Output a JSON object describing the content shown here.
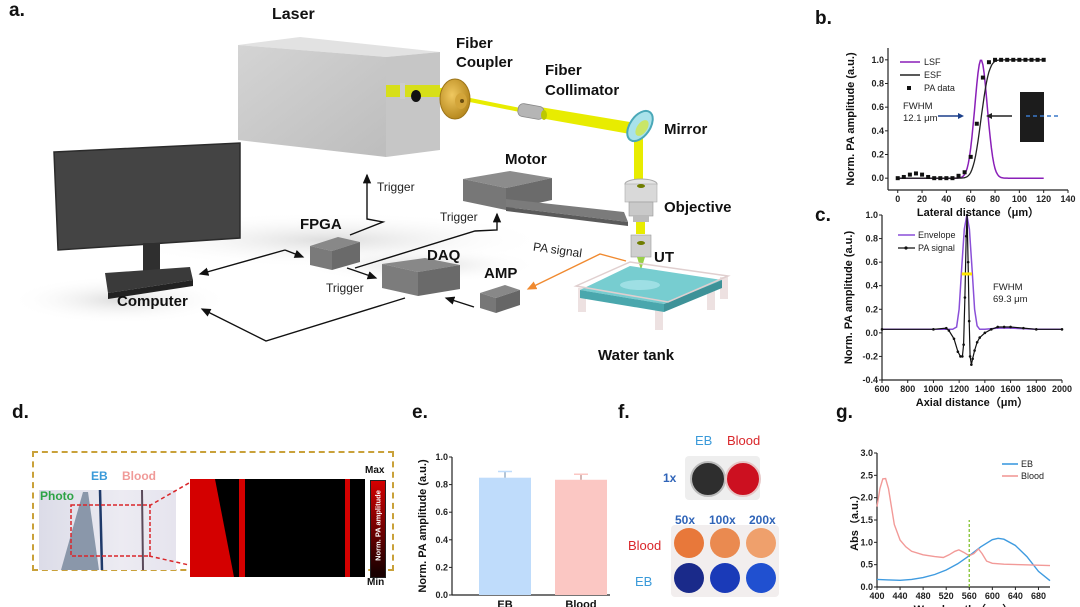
{
  "panels": {
    "a": {
      "label": "a.",
      "components": {
        "laser": "Laser",
        "fiber_coupler_1": "Fiber",
        "fiber_coupler_2": "Coupler",
        "fiber_collimator_1": "Fiber",
        "fiber_collimator_2": "Collimator",
        "mirror": "Mirror",
        "motor": "Motor",
        "objective": "Objective",
        "ut": "UT",
        "water_tank": "Water tank",
        "fpga": "FPGA",
        "daq": "DAQ",
        "amp": "AMP",
        "computer": "Computer"
      },
      "signals": {
        "trigger_laser": "Trigger",
        "trigger_motor": "Trigger",
        "trigger_daq": "Trigger",
        "pa_signal": "PA  signal"
      },
      "colors": {
        "beam": "#e8ec00",
        "pa_signal": "#f08a30",
        "water": "#5fc4c8"
      }
    },
    "b": {
      "label": "b."
    },
    "c": {
      "label": "c."
    },
    "d": {
      "label": "d.",
      "photo_label": "Photo",
      "eb_label": "EB",
      "blood_label": "Blood",
      "colorbar_max": "Max",
      "colorbar_min": "Min",
      "colorbar_title": "Norm. PA amplitude"
    },
    "e": {
      "label": "e."
    },
    "f": {
      "label": "f.",
      "top_headers": [
        "EB",
        "Blood"
      ],
      "row_1x": "1x",
      "dilutions": [
        "50x",
        "100x",
        "200x"
      ],
      "row_blood": "Blood",
      "row_eb": "EB"
    },
    "g": {
      "label": "g."
    }
  },
  "chart_data": [
    {
      "id": "b",
      "type": "line",
      "title": "",
      "xlabel": "Lateral distance（μm）",
      "ylabel": "Norm. PA amplitude (a.u.)",
      "xlim": [
        -8,
        140
      ],
      "ylim": [
        -0.1,
        1.1
      ],
      "xticks": [
        0,
        20,
        40,
        60,
        80,
        100,
        120,
        140
      ],
      "yticks": [
        0.0,
        0.2,
        0.4,
        0.6,
        0.8,
        1.0
      ],
      "legend": [
        "LSF",
        "ESF",
        "PA data"
      ],
      "legend_position": "top-left",
      "annotation": [
        "FWHM",
        "12.1 μm"
      ],
      "series": [
        {
          "name": "LSF",
          "color": "#8a1fb8",
          "kind": "gaussian",
          "center": 68.5,
          "fwhm": 12.1,
          "x_range": [
            0,
            120
          ]
        },
        {
          "name": "ESF",
          "color": "#222222",
          "kind": "erf",
          "center": 68.5,
          "fwhm": 12.1,
          "x_range": [
            0,
            120
          ]
        },
        {
          "name": "PA data",
          "color": "#111111",
          "kind": "points",
          "x": [
            0,
            5,
            10,
            15,
            20,
            25,
            30,
            35,
            40,
            45,
            50,
            55,
            60,
            65,
            70,
            75,
            80,
            85,
            90,
            95,
            100,
            105,
            110,
            115,
            120
          ],
          "y": [
            0.0,
            0.01,
            0.03,
            0.04,
            0.03,
            0.01,
            0.0,
            0.0,
            0.0,
            0.0,
            0.02,
            0.05,
            0.18,
            0.46,
            0.85,
            0.98,
            1.0,
            1.0,
            1.0,
            1.0,
            1.0,
            1.0,
            1.0,
            1.0,
            1.0
          ]
        }
      ]
    },
    {
      "id": "c",
      "type": "line",
      "title": "",
      "xlabel": "Axial distance（μm）",
      "ylabel": "Norm. PA amplitude (a.u.)",
      "xlim": [
        600,
        2000
      ],
      "ylim": [
        -0.4,
        1.0
      ],
      "xticks": [
        600,
        800,
        1000,
        1200,
        1400,
        1600,
        1800,
        2000
      ],
      "yticks": [
        -0.4,
        -0.2,
        0.0,
        0.2,
        0.4,
        0.6,
        0.8,
        1.0
      ],
      "legend": [
        "Envelope",
        "PA signal"
      ],
      "legend_position": "top-left",
      "annotation": [
        "FWHM",
        "69.3 μm"
      ],
      "fwhm_marker_color": "#ffe600",
      "series": [
        {
          "name": "Envelope",
          "color": "#8a4fd8",
          "x": [
            600,
            1000,
            1150,
            1180,
            1200,
            1220,
            1240,
            1260,
            1280,
            1300,
            1320,
            1340,
            1360,
            1400,
            1500,
            1600,
            1800,
            2000
          ],
          "y": [
            0.03,
            0.03,
            0.03,
            0.05,
            0.2,
            0.55,
            0.88,
            1.0,
            0.88,
            0.55,
            0.2,
            0.06,
            0.03,
            0.03,
            0.04,
            0.04,
            0.03,
            0.03
          ]
        },
        {
          "name": "PA signal",
          "color": "#111111",
          "x": [
            600,
            1000,
            1100,
            1120,
            1160,
            1190,
            1210,
            1225,
            1235,
            1245,
            1255,
            1262,
            1270,
            1278,
            1285,
            1295,
            1305,
            1320,
            1340,
            1360,
            1400,
            1450,
            1500,
            1550,
            1600,
            1700,
            1800,
            2000
          ],
          "y": [
            0.03,
            0.03,
            0.04,
            0.02,
            -0.05,
            -0.16,
            -0.2,
            -0.2,
            -0.1,
            0.3,
            0.82,
            1.0,
            0.6,
            0.1,
            -0.2,
            -0.27,
            -0.22,
            -0.15,
            -0.08,
            -0.04,
            0.0,
            0.03,
            0.05,
            0.05,
            0.05,
            0.04,
            0.03,
            0.03
          ]
        }
      ]
    },
    {
      "id": "e",
      "type": "bar",
      "title": "",
      "xlabel": "",
      "ylabel": "Norm. PA amplitude (a.u.)",
      "ylim": [
        0.0,
        1.0
      ],
      "yticks": [
        0.0,
        0.2,
        0.4,
        0.6,
        0.8,
        1.0
      ],
      "categories": [
        "EB",
        "Blood"
      ],
      "values": [
        0.85,
        0.835
      ],
      "errors": [
        0.045,
        0.04
      ],
      "colors": [
        "#bfdcfb",
        "#fbc7c3"
      ]
    },
    {
      "id": "g",
      "type": "line",
      "title": "",
      "xlabel": "Wavelength（nm）",
      "ylabel": "Abs（a.u.）",
      "xlim": [
        400,
        700
      ],
      "ylim": [
        0.0,
        3.0
      ],
      "xticks": [
        400,
        440,
        480,
        520,
        560,
        600,
        640,
        680
      ],
      "yticks": [
        0.0,
        0.5,
        1.0,
        1.5,
        2.0,
        2.5,
        3.0
      ],
      "legend": [
        "EB",
        "Blood"
      ],
      "legend_position": "top-right",
      "vline": {
        "x": 560,
        "y_top": 1.5,
        "color": "#8cc63f"
      },
      "series": [
        {
          "name": "EB",
          "color": "#3f9be0",
          "x": [
            400,
            420,
            440,
            460,
            480,
            500,
            520,
            540,
            560,
            580,
            600,
            610,
            620,
            640,
            660,
            680,
            700
          ],
          "y": [
            0.17,
            0.16,
            0.15,
            0.17,
            0.21,
            0.28,
            0.38,
            0.52,
            0.7,
            0.9,
            1.06,
            1.09,
            1.07,
            0.93,
            0.68,
            0.35,
            0.14
          ]
        },
        {
          "name": "Blood",
          "color": "#f29a98",
          "x": [
            400,
            405,
            410,
            415,
            420,
            425,
            430,
            440,
            450,
            460,
            480,
            500,
            515,
            525,
            535,
            542,
            550,
            560,
            568,
            576,
            582,
            590,
            600,
            620,
            650,
            700
          ],
          "y": [
            1.8,
            2.2,
            2.42,
            2.43,
            2.2,
            1.8,
            1.4,
            1.05,
            0.9,
            0.8,
            0.72,
            0.68,
            0.66,
            0.72,
            0.8,
            0.83,
            0.78,
            0.7,
            0.75,
            0.85,
            0.75,
            0.58,
            0.53,
            0.51,
            0.5,
            0.48
          ]
        }
      ]
    }
  ]
}
